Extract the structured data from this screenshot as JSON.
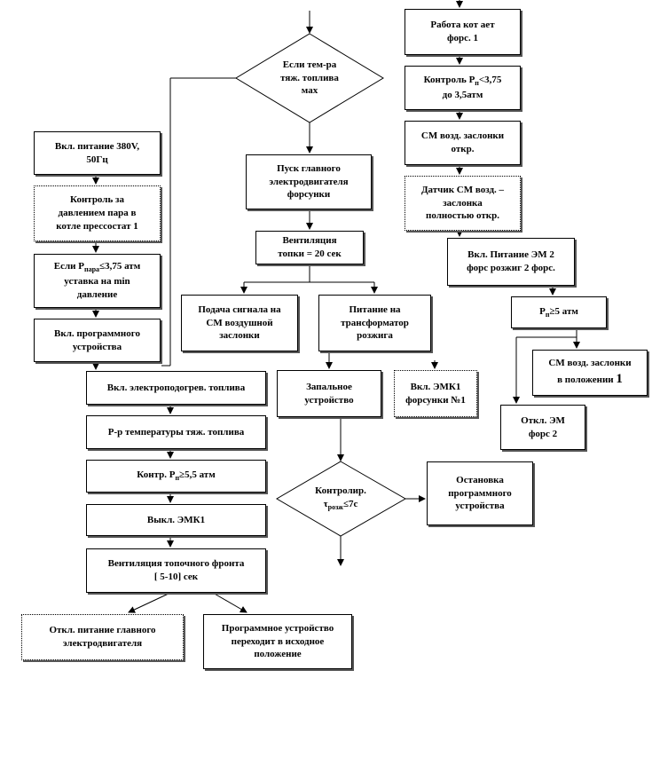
{
  "nodes": {
    "decision_temp": "Если тем-ра\nтяж. топлива\nмах",
    "start_motor": "Пуск главного\nэлектродвигателя\nфорсунки",
    "ventilation": "Вентиляция\nтопки = 20 сек",
    "signal_cm": "Подача сигнала на\nСМ воздушной\nзаслонки",
    "transformer": "Питание на\nтрансформатор\nрозжига",
    "ignition": "Запальное\nустройство",
    "emk1_nozzle": "Вкл. ЭМК1\nфорсунки №1",
    "decision_time_a": "Контролир.",
    "decision_time_b": "τ",
    "decision_time_sub": "розж",
    "decision_time_c": "≤7с",
    "stop_program": "Остановка\nпрограммного\nустройства",
    "power_380": "Вкл. питание 380V,\n50Гц",
    "pressure_ctrl": "Контроль за\nдавлением пара в\nкотле прессостат 1",
    "if_p_a": "Если Р",
    "if_p_sub": "пара",
    "if_p_b": "≤3,75 атм\nуставка на min\nдавление",
    "program_on": "Вкл. программного\nустройства",
    "heater_on": "Вкл. электроподогрев. топлива",
    "temp_regulator": "Р-р температуры тяж. топлива",
    "pressure_55_a": "Контр. Р",
    "pressure_55_sub": "п",
    "pressure_55_b": "≥5,5 атм",
    "emk1_off": "Выкл. ЭМК1",
    "front_vent": "Вентиляция топочного фронта\n[ 5-10] сек",
    "motor_off": "Откл. питание главного\nэлектродвигателя",
    "program_reset": "Программное устройство\nпереходит в исходное\nположение",
    "boiler_work": "Работа кот ает\nфорс. 1",
    "control_p_a": "Контроль Р",
    "control_p_sub": "п",
    "control_p_b": "<3,75\nдо 3,5атм",
    "cm_open": "СМ возд. заслонки\nоткр.",
    "sensor_cm": "Датчик СМ возд. –\nзаслонка\nполностью откр.",
    "em2_on": "Вкл. Питание ЭМ 2\nфорс розжиг 2 форс.",
    "p5_a": "Р",
    "p5_sub": "п",
    "p5_b": "≥5 атм",
    "cm_pos1_a": "СМ возд. заслонки\nв положении ",
    "cm_pos1_b": "1",
    "em_off": "Откл. ЭМ\nфорс 2"
  }
}
